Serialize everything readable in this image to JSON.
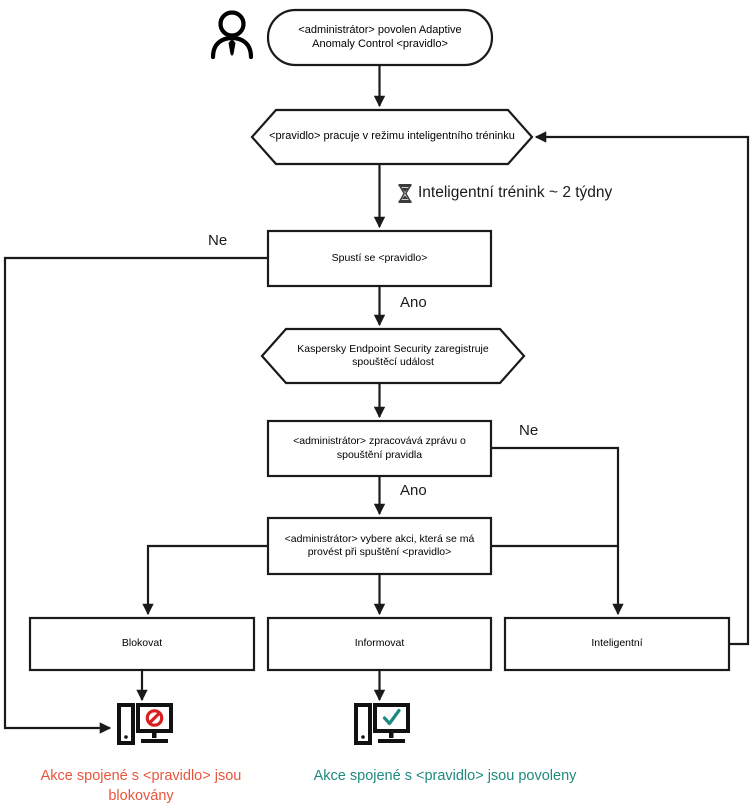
{
  "diagram": {
    "type": "flowchart",
    "title": "Adaptive Anomaly Control rule workflow",
    "language": "cs",
    "colors": {
      "stroke": "#1a1a1a",
      "fill": "#ffffff",
      "blocked_text": "#e8553c",
      "allowed_text": "#1e8a7e",
      "blocked_badge": "#d92020",
      "allowed_badge": "#1e8a7e"
    },
    "actor": {
      "icon": "user-icon",
      "label": ""
    },
    "nodes": [
      {
        "id": "start",
        "shape": "stadium",
        "text": "<administrátor> povolen Adaptive Anomaly Control <pravidlo>"
      },
      {
        "id": "smart-training",
        "shape": "hexagon",
        "text": "<pravidlo> pracuje v režimu inteligentního tréninku"
      },
      {
        "id": "rule-triggered",
        "shape": "rect",
        "text": "Spustí se <pravidlo>"
      },
      {
        "id": "kes-registers",
        "shape": "hexagon",
        "text": "Kaspersky Endpoint Security zaregistruje spouštěcí událost"
      },
      {
        "id": "admin-processes",
        "shape": "rect",
        "text": "<administrátor> zpracovává zprávu o spouštění pravidla"
      },
      {
        "id": "admin-selects",
        "shape": "rect",
        "text": "<administrátor> vybere akci, která se má provést při spuštění <pravidlo>"
      },
      {
        "id": "action-block",
        "shape": "rect",
        "text": "Blokovat"
      },
      {
        "id": "action-inform",
        "shape": "rect",
        "text": "Informovat"
      },
      {
        "id": "action-smart",
        "shape": "rect",
        "text": "Inteligentní"
      }
    ],
    "edge_labels": [
      {
        "id": "timer",
        "text": "Inteligentní trénink ~ 2 týdny",
        "icon": "hourglass-icon"
      },
      {
        "id": "no-1",
        "text": "Ne"
      },
      {
        "id": "yes-1",
        "text": "Ano"
      },
      {
        "id": "no-2",
        "text": "Ne"
      },
      {
        "id": "yes-2",
        "text": "Ano"
      }
    ],
    "outcomes": [
      {
        "id": "outcome-blocked",
        "icon": "computer-blocked-icon",
        "text": "Akce spojené s <pravidlo> jsou blokovány"
      },
      {
        "id": "outcome-allowed",
        "icon": "computer-allowed-icon",
        "text": "Akce spojené s <pravidlo> jsou povoleny"
      }
    ]
  }
}
